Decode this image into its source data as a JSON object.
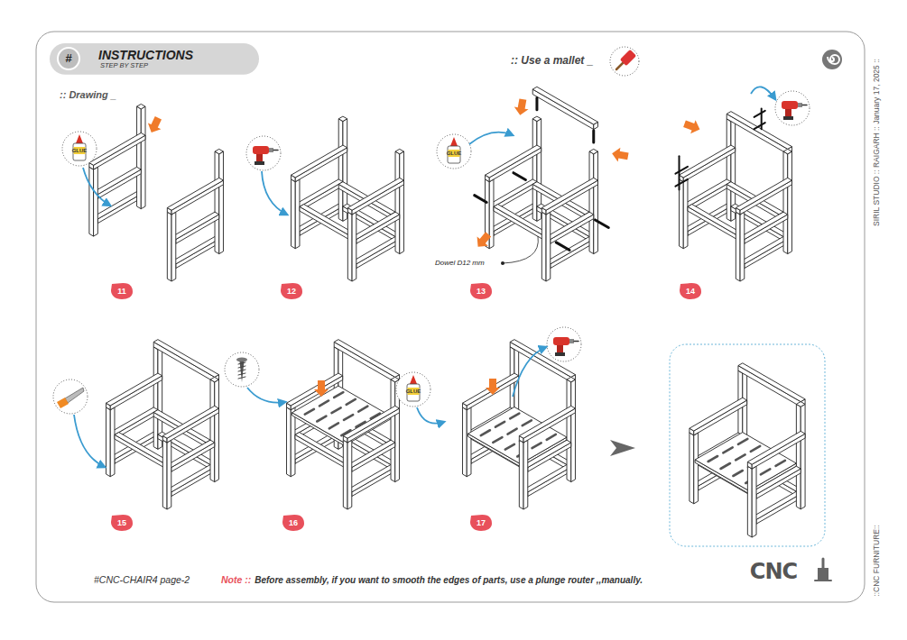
{
  "diagram": {
    "nodes": [
      {
        "text": [
          "INSTRUCTIONS",
          "STEP BY STEP"
        ]
      },
      {
        "text": [
          "#"
        ],
        "in": 0
      },
      {
        "text": [
          "11"
        ]
      },
      {
        "text": [
          "12"
        ]
      },
      {
        "text": [
          "13"
        ]
      },
      {
        "text": [
          "14"
        ]
      },
      {
        "text": [
          "15"
        ]
      },
      {
        "text": [
          "16"
        ]
      },
      {
        "text": [
          "17"
        ]
      }
    ],
    "labels": [
      ":: Use a mallet _",
      ":: Drawing _",
      "GLUE",
      "GLUE",
      "Dowel D12 mm",
      "GLUE",
      "#CNC-CHAIR4 page-2",
      "Note ::",
      "Before assembly, if you want to smooth the edges of parts, use a plunge router ,,manually.",
      "CNC",
      "SIRIL STUDIO :: RAIGARH :: January 17, 2025 ::",
      "::CNC FURNITURE::"
    ]
  }
}
